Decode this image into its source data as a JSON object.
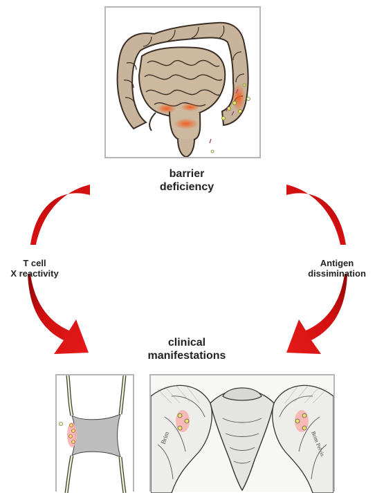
{
  "labels": {
    "barrier_line1": "barrier",
    "barrier_line2": "deficiency",
    "clinical_line1": "clinical",
    "clinical_line2": "manifestations",
    "tcell_line1": "T cell",
    "tcell_line2": "X reactivity",
    "antigen_line1": "Antigen",
    "antigen_line2": "dissimination"
  },
  "pelvis_engraving_text": {
    "left": "Brim",
    "right": "Brim Pelvis"
  },
  "colors": {
    "arrow_red": "#d10f0f",
    "arrow_dark": "#8e0606",
    "intestine_fill": "#c8b49c",
    "inflammation": "#f25a1a",
    "synovium_yellow": "#f1df6e",
    "panel_border": "#b5b5b5"
  },
  "icons": {
    "left_arrow": "curved-arrow-down-right",
    "right_arrow": "curved-arrow-down-left"
  }
}
